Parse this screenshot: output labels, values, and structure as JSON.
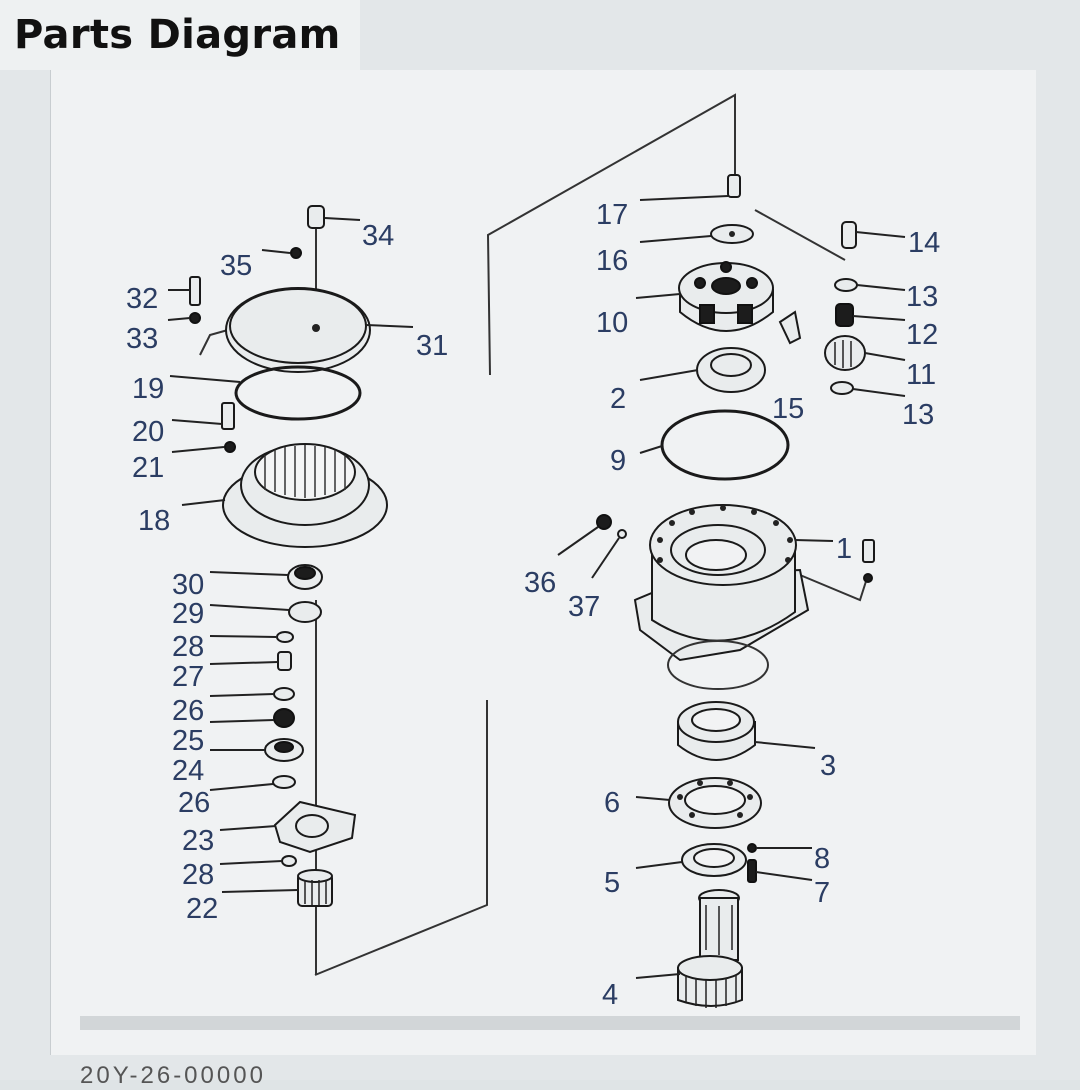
{
  "title": "Parts Diagram",
  "footer_text": "20Y-26-00000",
  "callouts": {
    "c1": "1",
    "c2": "2",
    "c3": "3",
    "c4": "4",
    "c5": "5",
    "c6": "6",
    "c7": "7",
    "c8": "8",
    "c9": "9",
    "c10": "10",
    "c11": "11",
    "c12": "12",
    "c13a": "13",
    "c13b": "13",
    "c14": "14",
    "c15": "15",
    "c16": "16",
    "c17": "17",
    "c18": "18",
    "c19": "19",
    "c20": "20",
    "c21": "21",
    "c22": "22",
    "c23": "23",
    "c24": "24",
    "c25": "25",
    "c26a": "26",
    "c26b": "26",
    "c27": "27",
    "c28a": "28",
    "c28b": "28",
    "c29": "29",
    "c30": "30",
    "c31": "31",
    "c32": "32",
    "c33": "33",
    "c34": "34",
    "c35": "35",
    "c36": "36",
    "c37": "37"
  }
}
